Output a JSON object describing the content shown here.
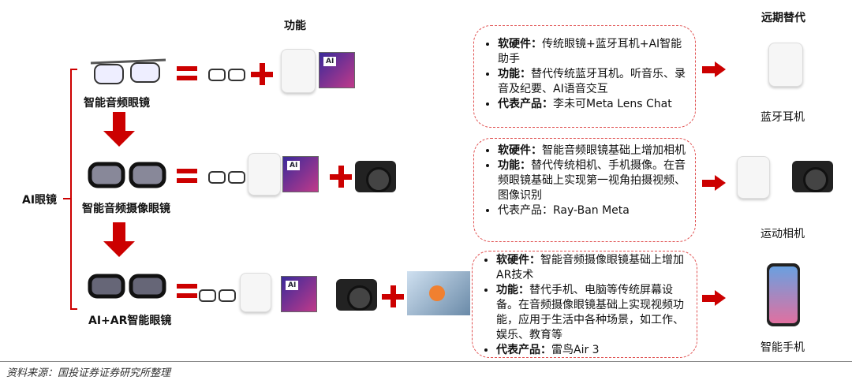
{
  "header": {
    "function": "功能",
    "replacement": "远期替代"
  },
  "root": "AI眼镜",
  "stages": [
    {
      "name": "智能音频眼镜",
      "bullets": [
        {
          "k": "软硬件：",
          "v": "传统眼镜+蓝牙耳机+AI智能助手"
        },
        {
          "k": "功能：",
          "v": "替代传统蓝牙耳机。听音乐、录音及纪要、AI语音交互"
        },
        {
          "k": "代表产品：",
          "v": "李未可Meta Lens Chat"
        }
      ],
      "replace": "蓝牙耳机"
    },
    {
      "name": "智能音频摄像眼镜",
      "bullets": [
        {
          "k": "软硬件：",
          "v": "智能音频眼镜基础上增加相机"
        },
        {
          "k": "功能：",
          "v": "替代传统相机、手机摄像。在音频眼镜基础上实现第一视角拍摄视频、图像识别"
        },
        {
          "k": "代表产品：",
          "v": "Ray-Ban Meta"
        }
      ],
      "replace": "运动相机"
    },
    {
      "name": "AI+AR智能眼镜",
      "bullets": [
        {
          "k": "软硬件：",
          "v": "智能音频摄像眼镜基础上增加AR技术"
        },
        {
          "k": "功能：",
          "v": "替代手机、电脑等传统屏幕设备。在音频摄像眼镜基础上实现视频功能，应用于生活中各种场景，如工作、娱乐、教育等"
        },
        {
          "k": "代表产品：",
          "v": "雷鸟Air 3"
        }
      ],
      "replace": "智能手机"
    }
  ],
  "source": "资料来源：国投证券证券研究所整理"
}
